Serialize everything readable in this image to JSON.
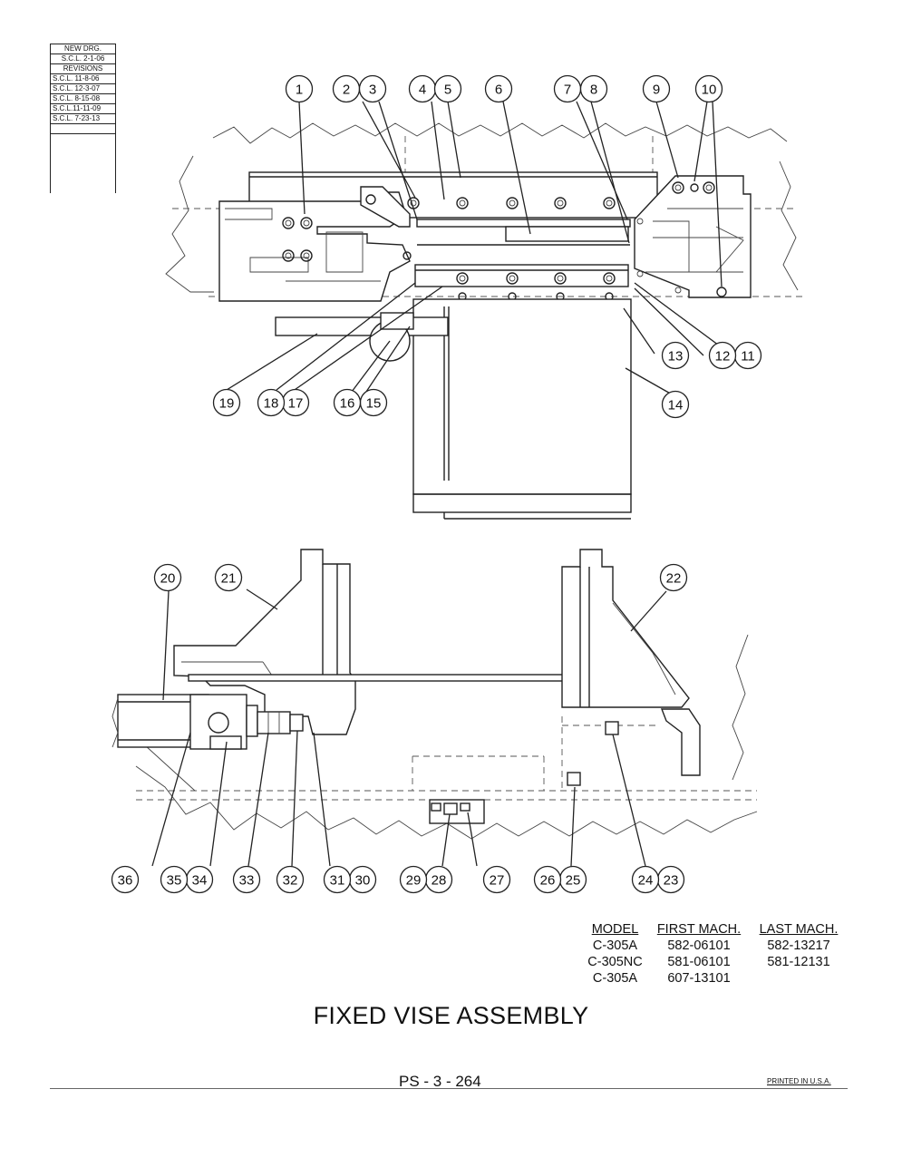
{
  "revision_block": {
    "new_drawing": [
      "NEW DRG.",
      "S.C.L. 2-1-06"
    ],
    "revisions_label": "REVISIONS",
    "revisions": [
      "S.C.L. 11-8-06",
      "S.C.L. 12-3-07",
      "S.C.L. 8-15-08",
      "S.C.L.11-11-09",
      "S.C.L. 7-23-13"
    ]
  },
  "top_view_callouts": [
    "1",
    "2",
    "3",
    "4",
    "5",
    "6",
    "7",
    "8",
    "9",
    "10",
    "11",
    "12",
    "13",
    "14",
    "15",
    "16",
    "17",
    "18",
    "19"
  ],
  "side_view_callouts": [
    "20",
    "21",
    "22",
    "23",
    "24",
    "25",
    "26",
    "27",
    "28",
    "29",
    "30",
    "31",
    "32",
    "33",
    "34",
    "35",
    "36"
  ],
  "model_table": {
    "headers": [
      "MODEL",
      "FIRST MACH.",
      "LAST MACH."
    ],
    "rows": [
      [
        "C-305A",
        "582-06101",
        "582-13217"
      ],
      [
        "C-305NC",
        "581-06101",
        "581-12131"
      ],
      [
        "C-305A",
        "607-13101",
        ""
      ]
    ]
  },
  "title": "FIXED VISE ASSEMBLY",
  "page_number": "PS - 3 - 264",
  "printed_label": "PRINTED IN U.S.A."
}
